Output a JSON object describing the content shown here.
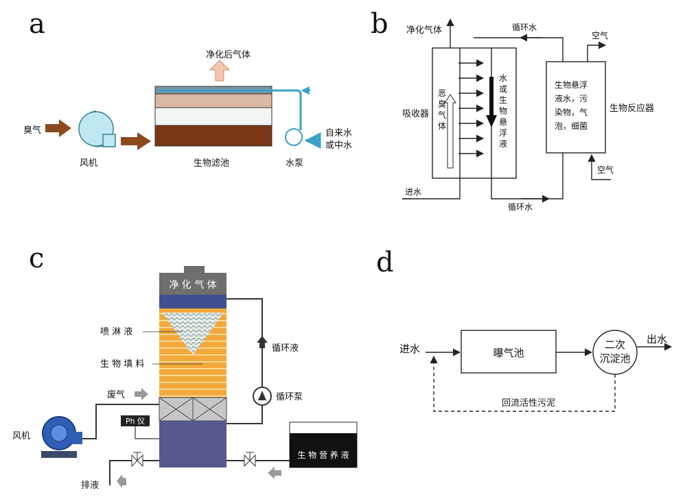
{
  "panel_a": {
    "letter": "a",
    "purified_gas": "净化后气体",
    "odor_gas": "臭气",
    "fan": "风机",
    "biofilter": "生物滤池",
    "pump": "水泵",
    "tap_water_line1": "自来水",
    "tap_water_line2": "或中水",
    "colors": {
      "arrow_brown": "#8B4A1E",
      "top_layer": "#7A93A3",
      "sand": "#D9B9A4",
      "white_layer": "#F1F5F4",
      "soil": "#7A3613",
      "water_pipe": "#39A2C8",
      "fan_fill": "#BFE8F3",
      "up_arrow": "#F5C6AE"
    }
  },
  "panel_b": {
    "letter": "b",
    "purified_gas": "净化气体",
    "circ_water_top": "循环水",
    "air_top": "空气",
    "absorber": "吸收器",
    "odor_gas_vertical": [
      "恶",
      "臭",
      "气",
      "体"
    ],
    "water_col_vertical": [
      "水",
      "或",
      "生",
      "物",
      "悬",
      "浮",
      "液"
    ],
    "reactor_text": [
      "生物悬浮",
      "液水，污",
      "染物，气",
      "泡，细菌"
    ],
    "bioreactor": "生物反应器",
    "air_bottom": "空气",
    "inlet_water": "进水",
    "circ_water_bottom": "循环水"
  },
  "panel_c": {
    "letter": "c",
    "purified_gas": "净 化 气 体",
    "spray_liquid": "喷 淋 液",
    "bio_packing": "生 物 填 料",
    "waste_gas": "废气",
    "circ_liquid": "循环液",
    "circ_pump": "循环泵",
    "ph_meter": "Ph 仪",
    "fan": "风机",
    "nutrient": "生 物 营 养 液",
    "drain": "排液",
    "colors": {
      "tower_top": "#6E6E6E",
      "packing": "#F2A93B",
      "base": "#58578F",
      "fan": "#2F5FB5"
    }
  },
  "panel_d": {
    "letter": "d",
    "inlet_water": "进水",
    "aeration_tank": "曝气池",
    "clarifier_line1": "二次",
    "clarifier_line2": "沉淀池",
    "outlet_water": "出水",
    "return_sludge": "回流活性污泥"
  }
}
